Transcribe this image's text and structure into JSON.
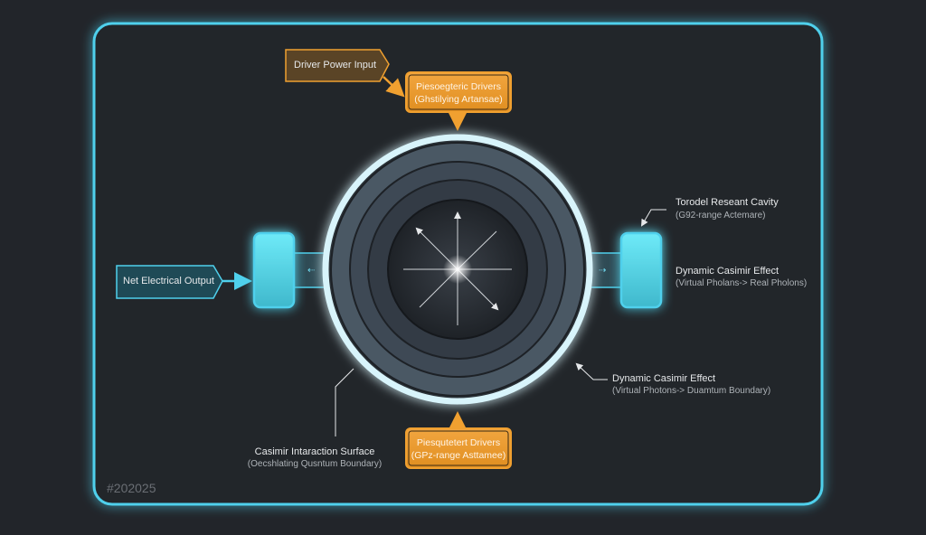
{
  "colors": {
    "background": "#22252a",
    "frame": "#4fd0ec",
    "orange": "#f0a030",
    "cyan": "#5ee0f4"
  },
  "labels": {
    "driver_power_input": "Driver Power Input",
    "top_driver": {
      "title": "Piesoegteric Drivers",
      "subtitle": "(Ghstilying Artansae)"
    },
    "bottom_driver": {
      "title": "Piesqutetert Drivers",
      "subtitle": "(GPz-range Asttamee)"
    },
    "net_output": "Net Electrical Output",
    "cavity": {
      "title": "Torodel Reseant Cavity",
      "subtitle": "(G92-range Actemare)"
    },
    "dce_right": {
      "title": "Dynamic Casimir Effect",
      "subtitle": "(Virtual Pholans-> Real Pholons)"
    },
    "dce_lower": {
      "title": "Dynamic Casimir Effect",
      "subtitle": "(Virtual Photons-> Duamtum Boundary)"
    },
    "surface": {
      "title": "Casimir Intaraction Surface",
      "subtitle": "(Oecshlating Qusntum Boundary)"
    },
    "watermark": "#202025"
  }
}
